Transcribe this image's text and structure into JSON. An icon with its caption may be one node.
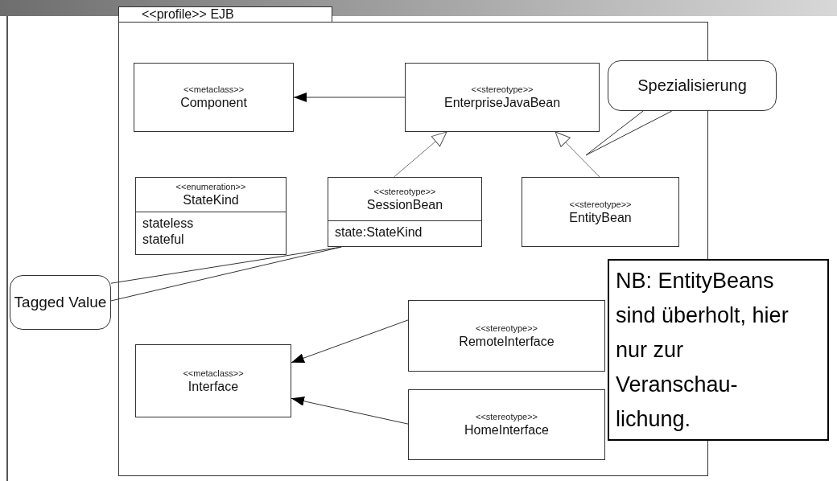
{
  "diagram": {
    "nodes": [
      {
        "text": [
          "<<profile>> EJB"
        ]
      },
      {
        "text": [
          "<<metaclass>>",
          "Component"
        ],
        "in": 0
      },
      {
        "text": [
          "<<stereotype>>",
          "EnterpriseJavaBean"
        ],
        "in": 0
      },
      {
        "text": [
          "<<enumeration>>",
          "StateKind",
          "stateless",
          "stateful"
        ],
        "in": 0
      },
      {
        "text": [
          "<<stereotype>>",
          "SessionBean",
          "state:StateKind"
        ],
        "in": 0
      },
      {
        "text": [
          "<<stereotype>>",
          "EntityBean"
        ],
        "in": 0
      },
      {
        "text": [
          "<<metaclass>>",
          "Interface"
        ],
        "in": 0
      },
      {
        "text": [
          "<<stereotype>>",
          "RemoteInterface"
        ],
        "in": 0
      },
      {
        "text": [
          "<<stereotype>>",
          "HomeInterface"
        ],
        "in": 0
      },
      {
        "text": [
          "Spezialisierung"
        ]
      },
      {
        "text": [
          "Tagged Value"
        ]
      },
      {
        "text": [
          "NB: EntityBeans sind überholt, hier nur zur Veranschau- lichung."
        ]
      }
    ],
    "edges": [
      {
        "from": 2,
        "to": 1,
        "arrow": "to"
      },
      {
        "from": 4,
        "to": 2,
        "arrow": "to"
      },
      {
        "from": 5,
        "to": 2,
        "arrow": "to"
      },
      {
        "from": 7,
        "to": 6,
        "arrow": "to"
      },
      {
        "from": 8,
        "to": 6,
        "arrow": "to"
      },
      {
        "from": 9,
        "to": null,
        "arrow": "none"
      },
      {
        "from": 10,
        "to": 4,
        "arrow": "none"
      }
    ]
  }
}
